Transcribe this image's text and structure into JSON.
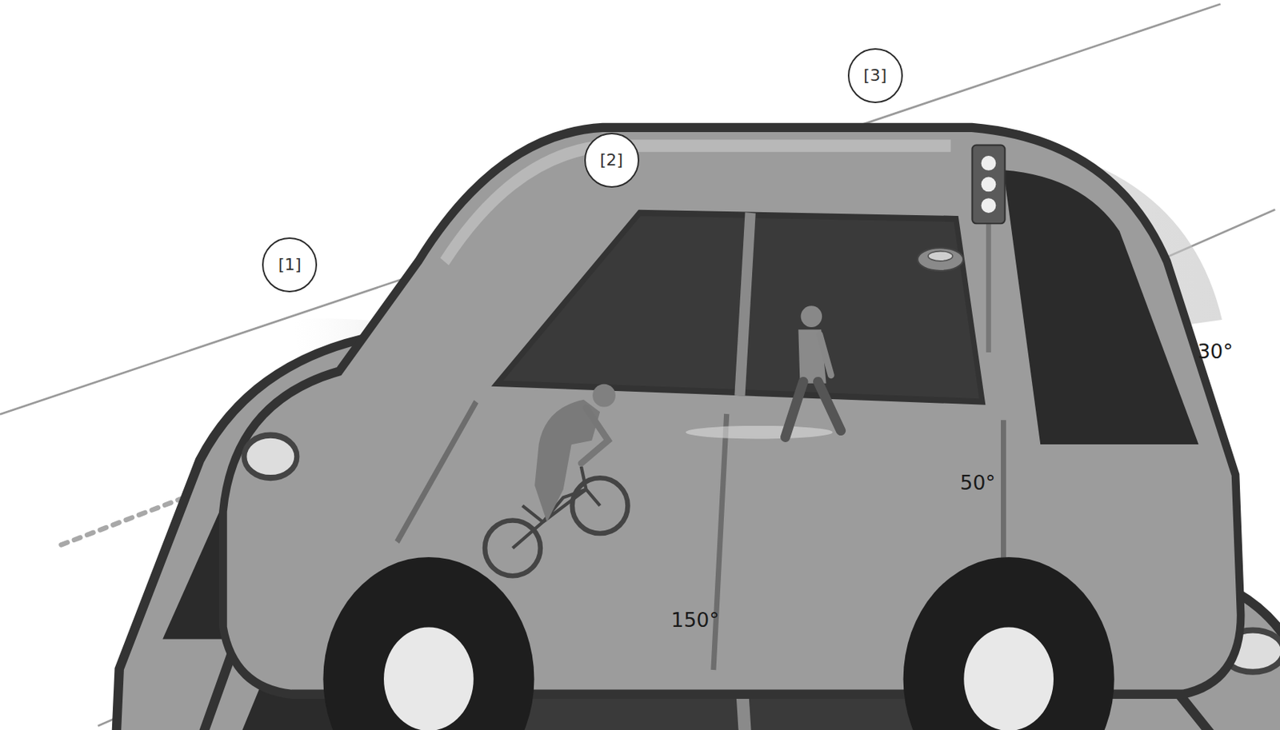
{
  "diagram": {
    "nodes": [
      {
        "text": [
          "[1]"
        ]
      },
      {
        "text": [
          "[2]"
        ]
      },
      {
        "text": [
          "[3]"
        ]
      }
    ],
    "labels": [
      "150°",
      "50°",
      "30°"
    ]
  }
}
